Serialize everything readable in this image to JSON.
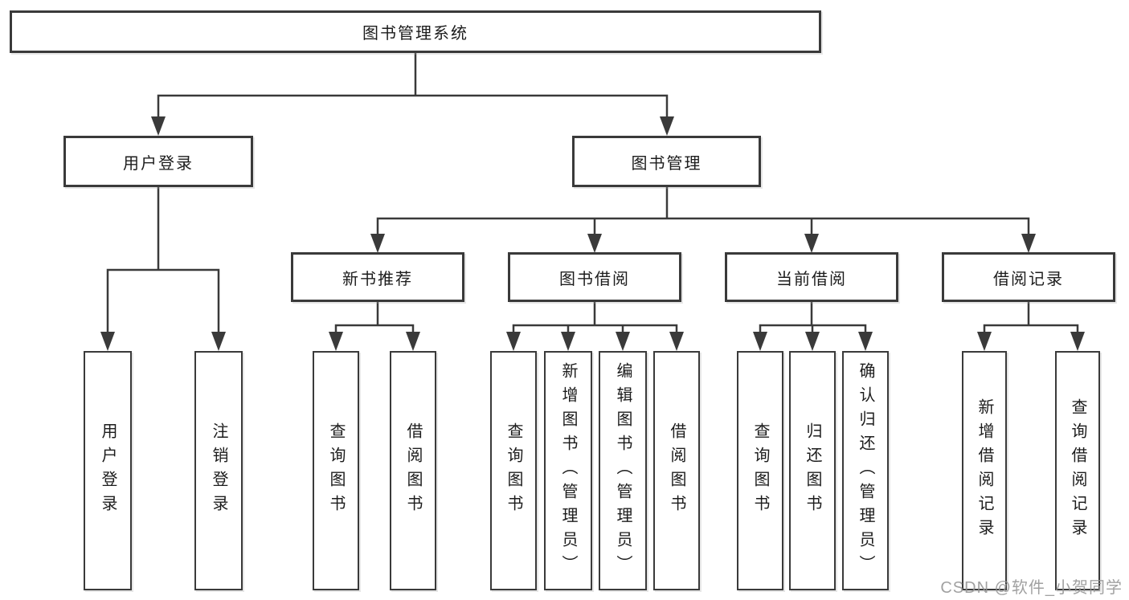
{
  "diagram": {
    "root": "图书管理系统",
    "branches": {
      "user_login": {
        "label": "用户登录",
        "children": [
          "用户登录",
          "注销登录"
        ]
      },
      "book_management": {
        "label": "图书管理",
        "sections": [
          {
            "label": "新书推荐",
            "children": [
              "查询图书",
              "借阅图书"
            ]
          },
          {
            "label": "图书借阅",
            "children": [
              "查询图书",
              "新增图书（管理员）",
              "编辑图书（管理员）",
              "借阅图书"
            ]
          },
          {
            "label": "当前借阅",
            "children": [
              "查询图书",
              "归还图书",
              "确认归还（管理员）"
            ]
          },
          {
            "label": "借阅记录",
            "children": [
              "新增借阅记录",
              "查询借阅记录"
            ]
          }
        ]
      }
    }
  },
  "watermark": "CSDN @软件_小贺同学",
  "colors": {
    "line": "#3a3a3a",
    "box_border": "#3a3a3a",
    "text": "#1c1c1c",
    "watermark": "#949494",
    "background": "#ffffff"
  }
}
